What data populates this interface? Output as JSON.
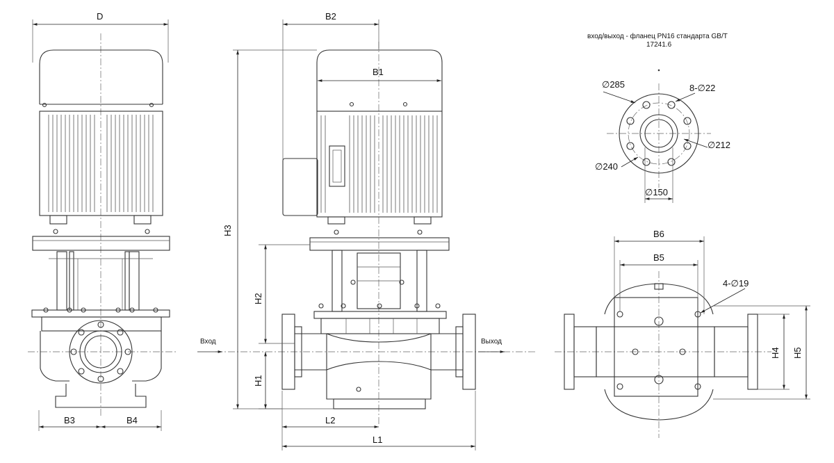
{
  "labels": {
    "D": "D",
    "B1": "B1",
    "B2": "B2",
    "B3": "B3",
    "B4": "B4",
    "B5": "B5",
    "B6": "B6",
    "H1": "H1",
    "H2": "H2",
    "H3": "H3",
    "H4": "H4",
    "H5": "H5",
    "L1": "L1",
    "L2": "L2",
    "inlet": "Вход",
    "outlet": "Выход"
  },
  "flange": {
    "note_line1": "вход/выход -  фланец PN16 стандарта GB/T",
    "note_line2": "17241.6",
    "d285": "∅285",
    "holes": "8-∅22",
    "d212": "∅212",
    "d240": "∅240",
    "d150": "∅150"
  },
  "base": {
    "holes": "4-∅19"
  }
}
